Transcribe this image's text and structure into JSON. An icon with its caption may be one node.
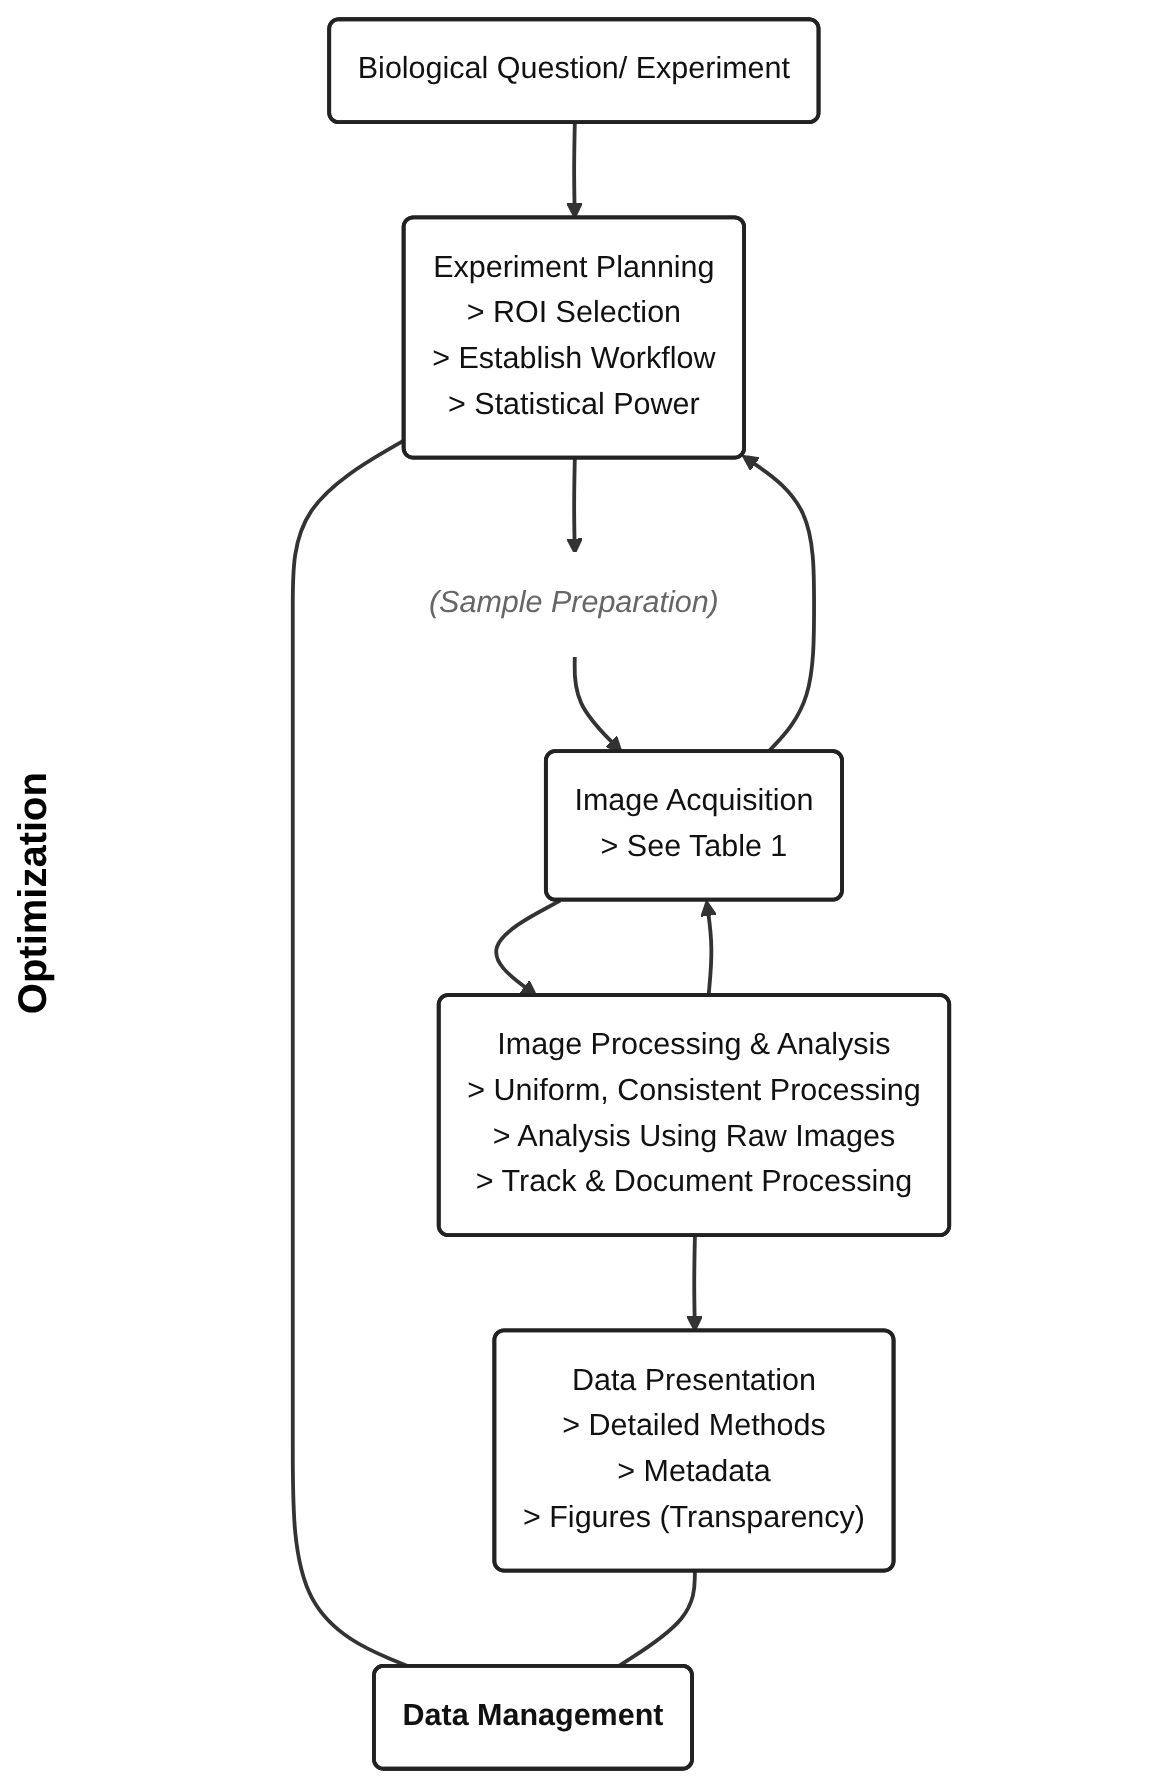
{
  "diagram": {
    "nodes": [
      {
        "text": [
          "Biological Question/ Experiment"
        ]
      },
      {
        "text": [
          "Experiment Planning",
          "> ROI Selection",
          "> Establish Workflow",
          "> Statistical Power"
        ]
      },
      {
        "text": [
          "(Sample Preparation)"
        ]
      },
      {
        "text": [
          "Image Acquisition",
          "> See Table 1"
        ]
      },
      {
        "text": [
          "Image Processing & Analysis",
          "> Uniform, Consistent Processing",
          "> Analysis Using Raw Images",
          "> Track & Document Processing"
        ]
      },
      {
        "text": [
          "Data Presentation",
          "> Detailed Methods",
          "> Metadata",
          "> Figures (Transparency)"
        ]
      },
      {
        "text": [
          "Data Management"
        ]
      }
    ],
    "edges": [
      {
        "from": 0,
        "to": 1,
        "arrow": "to"
      },
      {
        "from": 1,
        "to": 2,
        "arrow": "to"
      },
      {
        "from": 2,
        "to": 3,
        "arrow": "to"
      },
      {
        "from": 3,
        "to": 4,
        "arrow": "to"
      },
      {
        "from": 4,
        "to": 5,
        "arrow": "to"
      },
      {
        "from": 3,
        "to": 1,
        "arrow": "to"
      },
      {
        "from": 4,
        "to": 3,
        "arrow": "to"
      },
      {
        "from": 1,
        "to": 6,
        "arrow": "none"
      },
      {
        "from": 5,
        "to": 6,
        "arrow": "none"
      }
    ],
    "labels": [
      "Optimization"
    ]
  }
}
